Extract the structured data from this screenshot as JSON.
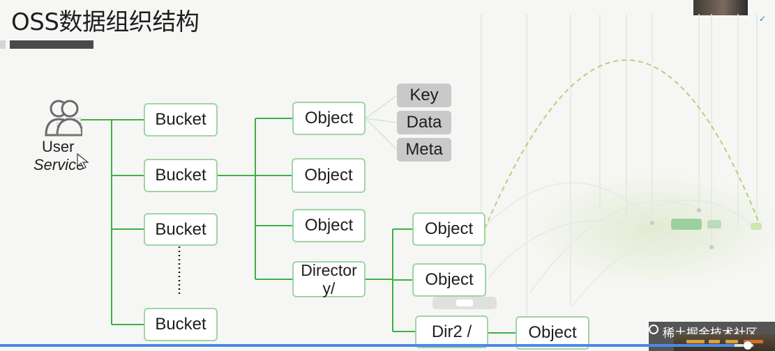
{
  "slide": {
    "title": "OSS数据组织结构"
  },
  "user": {
    "label": "User",
    "role": "Service",
    "icon": "users-icon"
  },
  "buckets": [
    "Bucket",
    "Bucket",
    "Bucket",
    "Bucket"
  ],
  "objects": [
    "Object",
    "Object",
    "Object"
  ],
  "attributes": [
    "Key",
    "Data",
    "Meta"
  ],
  "directory": {
    "label": "Director y/"
  },
  "subtree": {
    "objects": [
      "Object",
      "Object"
    ],
    "dir2": "Dir2 /",
    "dir2_object": "Object"
  },
  "watermark": {
    "text": "稀土掘金技术社区"
  },
  "player": {
    "progress": 0.975
  },
  "colors": {
    "box_border": "#9fd4a3",
    "connector": "#3cb043",
    "attr_fill": "#c9c9c9",
    "title_bar": "#4a4a4a"
  }
}
